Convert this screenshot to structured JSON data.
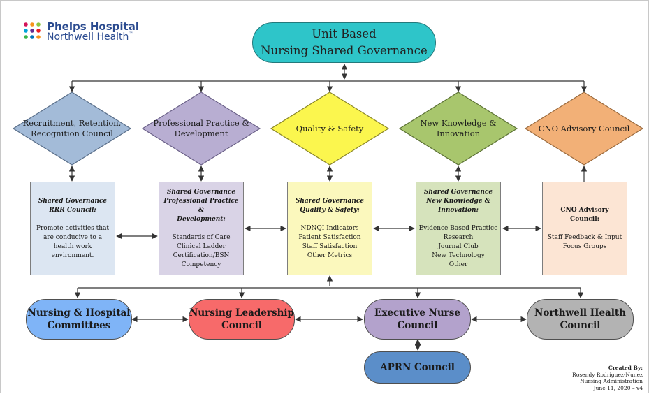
{
  "logo": {
    "line1": "Phelps Hospital",
    "line2": "Northwell Health",
    "tm": "™",
    "dot_colors": [
      "#d4145a",
      "#f7941d",
      "#8dc63f",
      "#00a3da",
      "#662d91",
      "#ed1c24",
      "#39b54a",
      "#0072bc",
      "#f7941d"
    ]
  },
  "title": {
    "line1": "Unit Based",
    "line2": "Nursing Shared Governance",
    "color": "#2ec5c9"
  },
  "councils_top": [
    {
      "line1": "Recruitment, Retention,",
      "line2": "Recognition Council",
      "fill": "#a3bbd8",
      "stroke": "#5a6f8a"
    },
    {
      "line1": "Professional Practice &",
      "line2": "Development",
      "fill": "#b8aed2",
      "stroke": "#6b6188"
    },
    {
      "line1": "Quality & Safety",
      "line2": "",
      "fill": "#fbf64e",
      "stroke": "#8a862a"
    },
    {
      "line1": "New Knowledge &",
      "line2": "Innovation",
      "fill": "#a8c66d",
      "stroke": "#5d7336"
    },
    {
      "line1": "CNO Advisory Council",
      "line2": "",
      "fill": "#f2b077",
      "stroke": "#9a6a3d"
    }
  ],
  "boxes": [
    {
      "fill": "#dce6f2",
      "heading": [
        "Shared Governance",
        "RRR Council:"
      ],
      "items": [
        "Promote activities that",
        "are conducive to a",
        "health work",
        "environment."
      ]
    },
    {
      "fill": "#d9d3e6",
      "heading": [
        "Shared Governance",
        "Professional Practice &",
        "Development:"
      ],
      "items": [
        "Standards of Care",
        "Clinical Ladder",
        "Certification/BSN",
        "Competency"
      ]
    },
    {
      "fill": "#fbf8bd",
      "heading": [
        "Shared Governance",
        "Quality & Safety:"
      ],
      "items": [
        "NDNQI Indicators",
        "Patient Satisfaction",
        "Staff Satisfaction",
        "Other Metrics"
      ]
    },
    {
      "fill": "#d6e3bc",
      "heading": [
        "Shared Governance",
        "New Knowledge &",
        "Innovation:"
      ],
      "items": [
        "Evidence Based Practice",
        "Research",
        "Journal Club",
        "New Technology",
        "Other"
      ]
    },
    {
      "fill": "#fce5d4",
      "heading_bold": "CNO Advisory Council:",
      "items": [
        "Staff Feedback & Input",
        "Focus Groups"
      ]
    }
  ],
  "councils_bottom": [
    {
      "line1": "Nursing & Hospital",
      "line2": "Committees",
      "fill": "#7fb4f7"
    },
    {
      "line1": "Nursing Leadership",
      "line2": "Council",
      "fill": "#f76a6a"
    },
    {
      "line1": "Executive Nurse",
      "line2": "Council",
      "fill": "#b3a2cc"
    },
    {
      "line1": "Northwell Health",
      "line2": "Council",
      "fill": "#b3b3b3"
    }
  ],
  "aprn": {
    "label": "APRN Council",
    "fill": "#5b8ec9"
  },
  "credits": {
    "created_by": "Created By:",
    "name": "Rosendy Rodriguez-Nunez",
    "dept": "Nursing Administration",
    "date": "June 11, 2020 – v4"
  }
}
